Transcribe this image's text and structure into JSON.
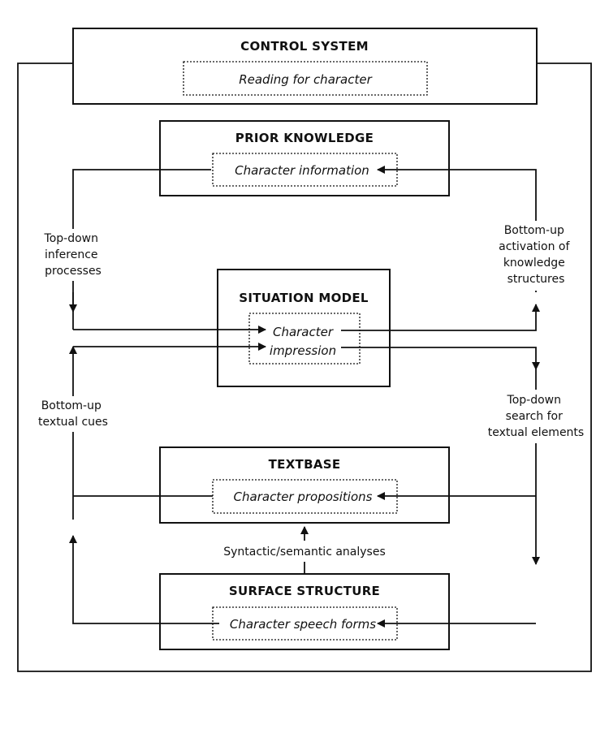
{
  "control_system": {
    "title": "CONTROL SYSTEM",
    "inner": "Reading for character"
  },
  "prior_knowledge": {
    "title": "PRIOR KNOWLEDGE",
    "inner": "Character information"
  },
  "situation_model": {
    "title": "SITUATION MODEL",
    "inner_line1": "Character",
    "inner_line2": "impression"
  },
  "textbase": {
    "title": "TEXTBASE",
    "inner": "Character propositions"
  },
  "surface_structure": {
    "title": "SURFACE STRUCTURE",
    "inner": "Character speech forms"
  },
  "labels": {
    "top_down_inference": [
      "Top-down",
      "inference",
      "processes"
    ],
    "bottom_up_activation": [
      "Bottom-up",
      "activation of",
      "knowledge",
      "structures"
    ],
    "bottom_up_textual_cues": [
      "Bottom-up",
      "textual cues"
    ],
    "top_down_search": [
      "Top-down",
      "search for",
      "textual elements"
    ],
    "syntactic_semantic": "Syntactic/semantic analyses"
  }
}
